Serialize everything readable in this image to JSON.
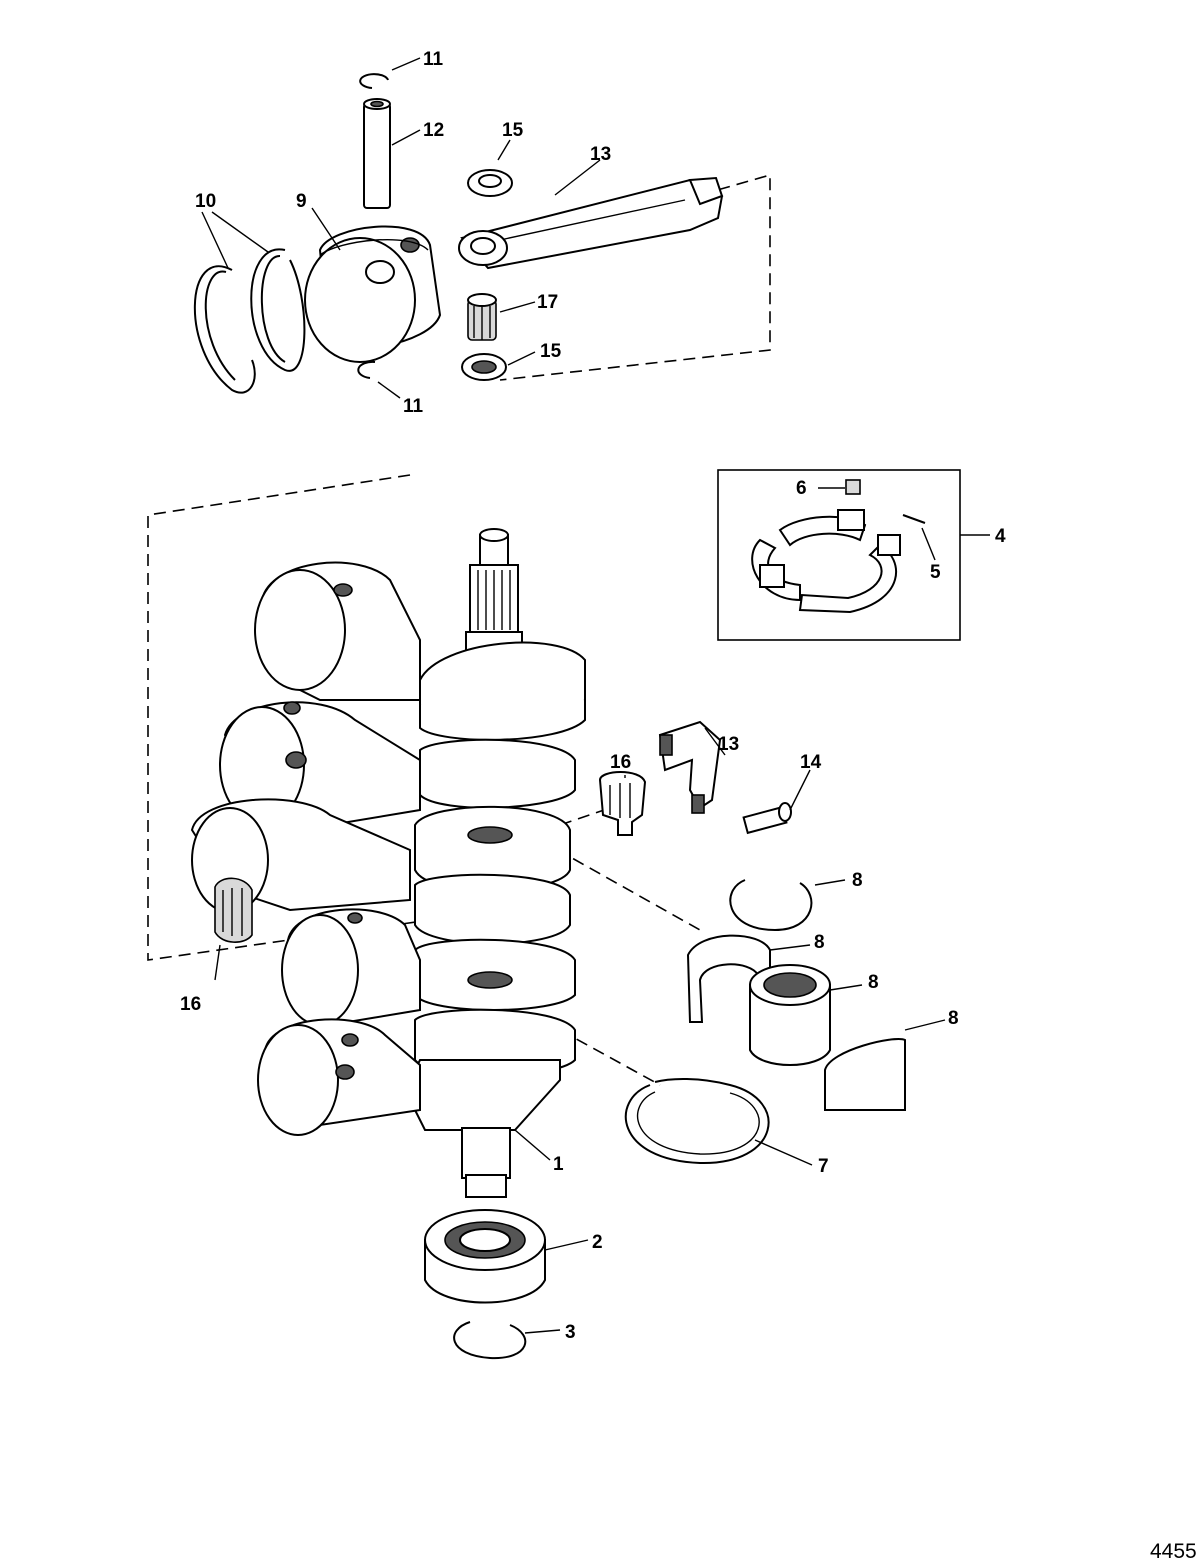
{
  "figure_number": "4455",
  "callouts": [
    {
      "id": "c11a",
      "text": "11"
    },
    {
      "id": "c12",
      "text": "12"
    },
    {
      "id": "c15a",
      "text": "15"
    },
    {
      "id": "c13a",
      "text": "13"
    },
    {
      "id": "c10",
      "text": "10"
    },
    {
      "id": "c9",
      "text": "9"
    },
    {
      "id": "c17",
      "text": "17"
    },
    {
      "id": "c15b",
      "text": "15"
    },
    {
      "id": "c11b",
      "text": "11"
    },
    {
      "id": "c6",
      "text": "6"
    },
    {
      "id": "c4",
      "text": "4"
    },
    {
      "id": "c5",
      "text": "5"
    },
    {
      "id": "c13b",
      "text": "13"
    },
    {
      "id": "c16a",
      "text": "16"
    },
    {
      "id": "c14",
      "text": "14"
    },
    {
      "id": "c8a",
      "text": "8"
    },
    {
      "id": "c8b",
      "text": "8"
    },
    {
      "id": "c8c",
      "text": "8"
    },
    {
      "id": "c8d",
      "text": "8"
    },
    {
      "id": "c16b",
      "text": "16"
    },
    {
      "id": "c1",
      "text": "1"
    },
    {
      "id": "c7",
      "text": "7"
    },
    {
      "id": "c2",
      "text": "2"
    },
    {
      "id": "c3",
      "text": "3"
    }
  ]
}
